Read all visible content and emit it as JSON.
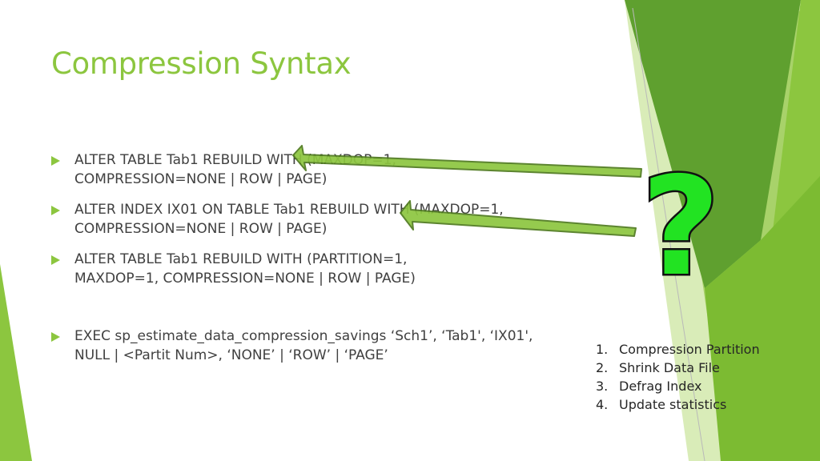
{
  "slide": {
    "title": "Compression Syntax",
    "bullets": [
      {
        "line1": "ALTER TABLE Tab1 REBUILD WITH (MAXDOP=1,",
        "line2": "COMPRESSION=NONE | ROW | PAGE)"
      },
      {
        "line1": "ALTER INDEX IX01 ON TABLE Tab1 REBUILD WITH (MAXDOP=1,",
        "line2": "COMPRESSION=NONE | ROW | PAGE)"
      },
      {
        "line1": "ALTER TABLE Tab1 REBUILD WITH (PARTITION=1,",
        "line2": "MAXDOP=1, COMPRESSION=NONE | ROW | PAGE)"
      },
      {
        "line1": "EXEC sp_estimate_data_compression_savings ‘Sch1’, ‘Tab1', ‘IX01',",
        "line2": "NULL | <Partit Num>, ‘NONE’ | ‘ROW’ | ‘PAGE’"
      }
    ],
    "numbered_list": [
      {
        "num": "1.",
        "label": "Compression Partition"
      },
      {
        "num": "2.",
        "label": "Shrink Data File"
      },
      {
        "num": "3.",
        "label": "Defrag Index"
      },
      {
        "num": "4.",
        "label": "Update statistics"
      }
    ],
    "question_mark": "?"
  },
  "colors": {
    "accent": "#8cc63f",
    "arrow_fill": "#8dc63f",
    "question_fill": "#22e322",
    "body_text": "#404040"
  },
  "icons": [
    "bullet-arrow-icon",
    "arrow-left-icon",
    "question-mark-icon"
  ]
}
